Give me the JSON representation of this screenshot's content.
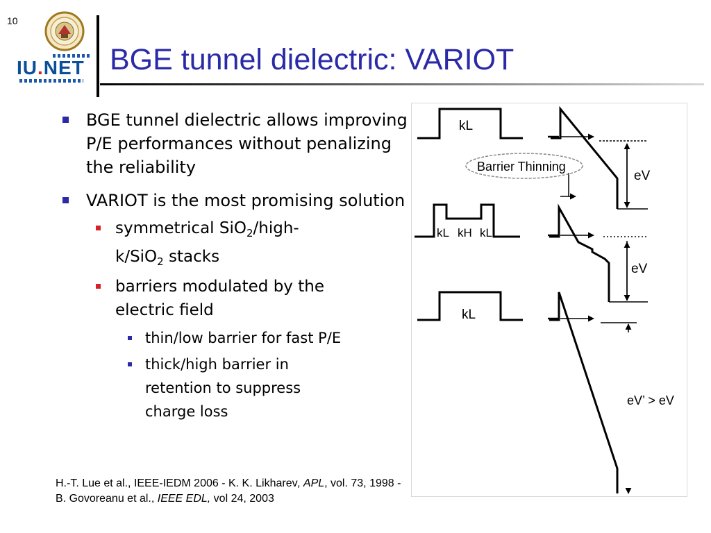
{
  "slide_number": "10",
  "logo": {
    "text_main": "IU",
    "text_dot": ".",
    "text_tail": "NET"
  },
  "title": "BGE tunnel dielectric: VARIOT",
  "bullets": {
    "b1": "BGE tunnel dielectric allows improving P/E performances without penalizing the reliability",
    "b2": "VARIOT is the most promising solution",
    "b2_1": {
      "p1": "symmetrical SiO",
      "s1": "2",
      "p2": "/high-k/SiO",
      "s2": "2",
      "p3": " stacks"
    },
    "b2_2": "barriers modulated by the electric field",
    "b2_2_1": "thin/low barrier for fast P/E",
    "b2_2_2": "thick/high barrier in retention to suppress charge loss"
  },
  "figure": {
    "label_kl_1": "kL",
    "barrier_thinning": "Barrier Thinning",
    "ev_1": "eV",
    "label_kl_2": "kL",
    "label_kh": "kH",
    "label_kl_3": "kL",
    "ev_2": "eV",
    "label_kl_4": "kL",
    "ev_3": "eV’ > eV"
  },
  "references": {
    "line1_pre": "H.-T. Lue et al., IEEE-IEDM 2006 - K. K. Likharev",
    "line1_italic": ", APL",
    "line1_post": ", vol. 73, 1998 -",
    "line2_pre": "B. Govoreanu et al., ",
    "line2_italic": "IEEE EDL,",
    "line2_post": " vol 24, 2003"
  },
  "colors": {
    "title": "#2a2aa8",
    "bullet_l1": "#2a2aa8",
    "bullet_l2": "#d8202a",
    "logo_blue": "#0a4f99",
    "logo_red": "#d8202a"
  }
}
